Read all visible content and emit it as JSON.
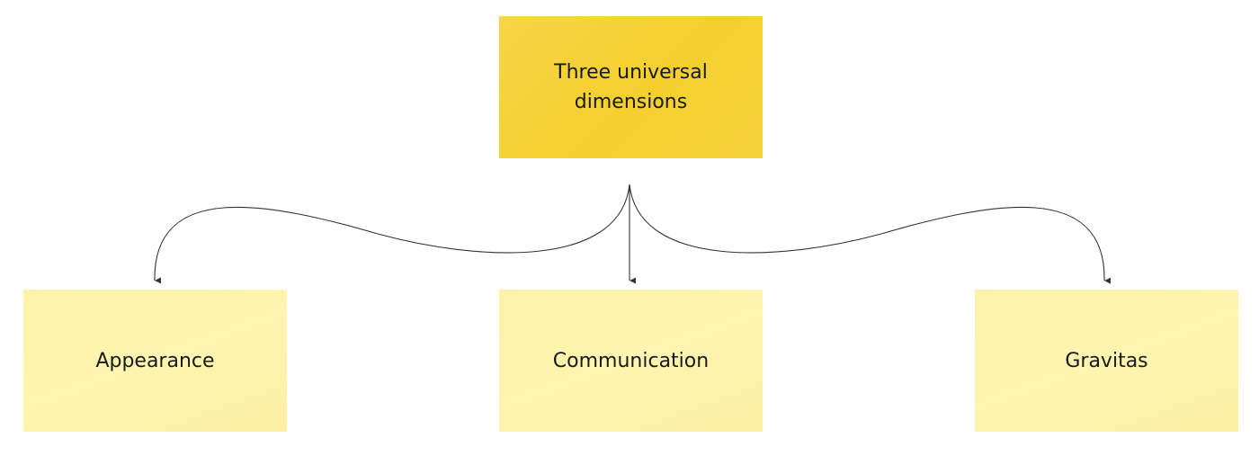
{
  "diagram": {
    "root": {
      "label": "Three universal dimensions"
    },
    "children": [
      {
        "label": "Appearance"
      },
      {
        "label": "Communication"
      },
      {
        "label": "Gravitas"
      }
    ]
  },
  "colors": {
    "root_note": "#f5d23a",
    "child_note": "#fdf4ad",
    "connector": "#333333",
    "text": "#1a1a1a"
  }
}
